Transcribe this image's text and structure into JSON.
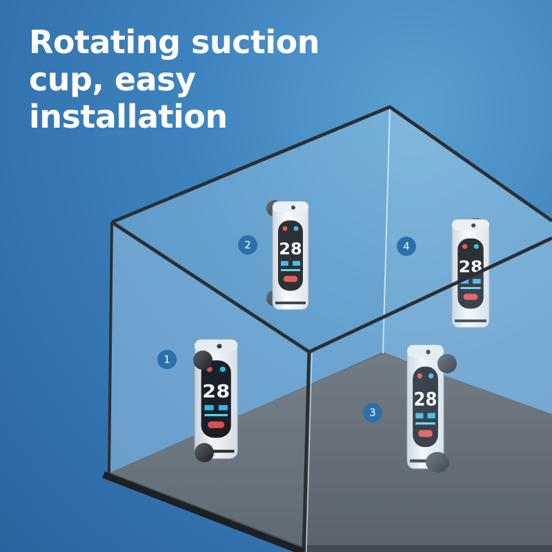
{
  "headline": {
    "line1": "Rotating suction",
    "line2": "cup, easy",
    "line3": "installation"
  },
  "positions": [
    {
      "label": "1"
    },
    {
      "label": "2"
    },
    {
      "label": "3"
    },
    {
      "label": "4"
    }
  ],
  "device": {
    "reading": "28"
  },
  "colors": {
    "background": "#3d82bd",
    "badge": "#2b6fab",
    "tank_floor": "#4a4d52",
    "tank_frame": "#2e3238"
  }
}
